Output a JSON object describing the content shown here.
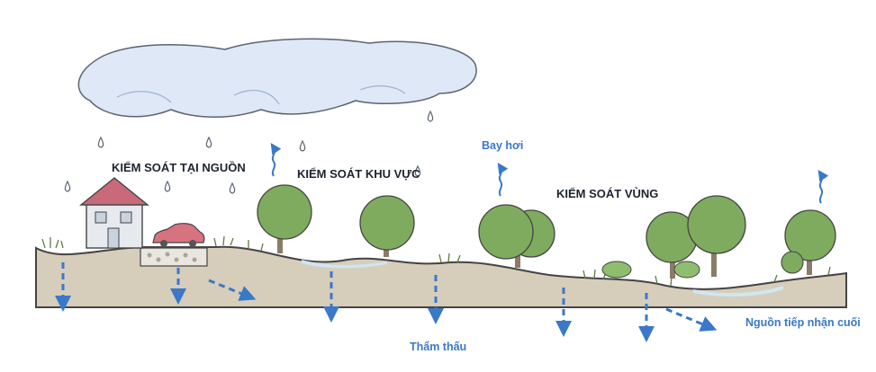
{
  "labels": {
    "source_control": "KIỂM SOÁT TẠI NGUỒN",
    "site_control": "KIỂM SOÁT KHU VỰC",
    "regional_control": "KIỂM SOÁT VÙNG",
    "evaporation": "Bay hơi",
    "infiltration": "Thẩm thấu",
    "receiving_water": "Nguồn tiếp nhận cuối"
  },
  "colors": {
    "cloud_fill": "#dfe8f6",
    "cloud_stroke": "#5b6472",
    "ground_fill": "#d6cdbb",
    "ground_stroke": "#444444",
    "water_fill": "#cfe6f3",
    "tree_fill": "#7fab5e",
    "trunk": "#8b7b68",
    "roof": "#c96a7a",
    "wall": "#e6e9ee",
    "car": "#d7727f",
    "arrow_blue": "#3a78c8",
    "drop_stroke": "#5b6472"
  },
  "icons": [
    "cloud-icon",
    "rain-drop-icon",
    "house-icon",
    "car-icon",
    "tree-icon",
    "infiltration-arrow-icon",
    "evaporation-arrow-icon"
  ]
}
